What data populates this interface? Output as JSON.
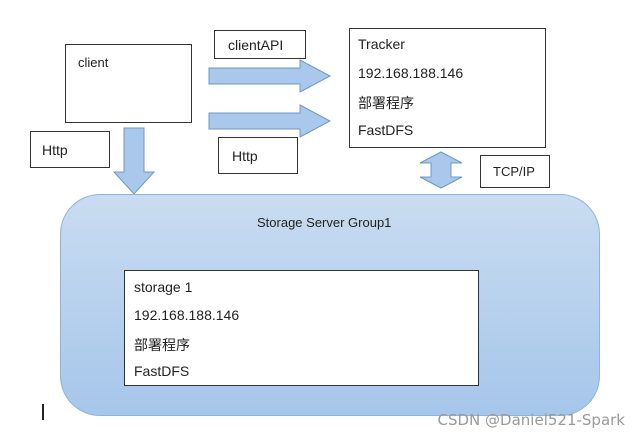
{
  "client": {
    "label": "client"
  },
  "client_api": {
    "label": "clientAPI"
  },
  "http_left": {
    "label": "Http"
  },
  "http_right": {
    "label": "Http"
  },
  "tracker": {
    "lines": [
      "Tracker",
      "192.168.188.146",
      "部署程序",
      "FastDFS"
    ]
  },
  "tcpip": {
    "label": "TCP/IP"
  },
  "group": {
    "title": "Storage Server Group1"
  },
  "storage": {
    "lines": [
      "storage 1",
      "192.168.188.146",
      "部署程序",
      "FastDFS"
    ]
  },
  "watermark": "CSDN @Daniel521-Spark",
  "colors": {
    "arrow_fill": "#a9c8ec",
    "arrow_stroke": "#6d98c9",
    "group_fill": "#b8d1ee"
  }
}
